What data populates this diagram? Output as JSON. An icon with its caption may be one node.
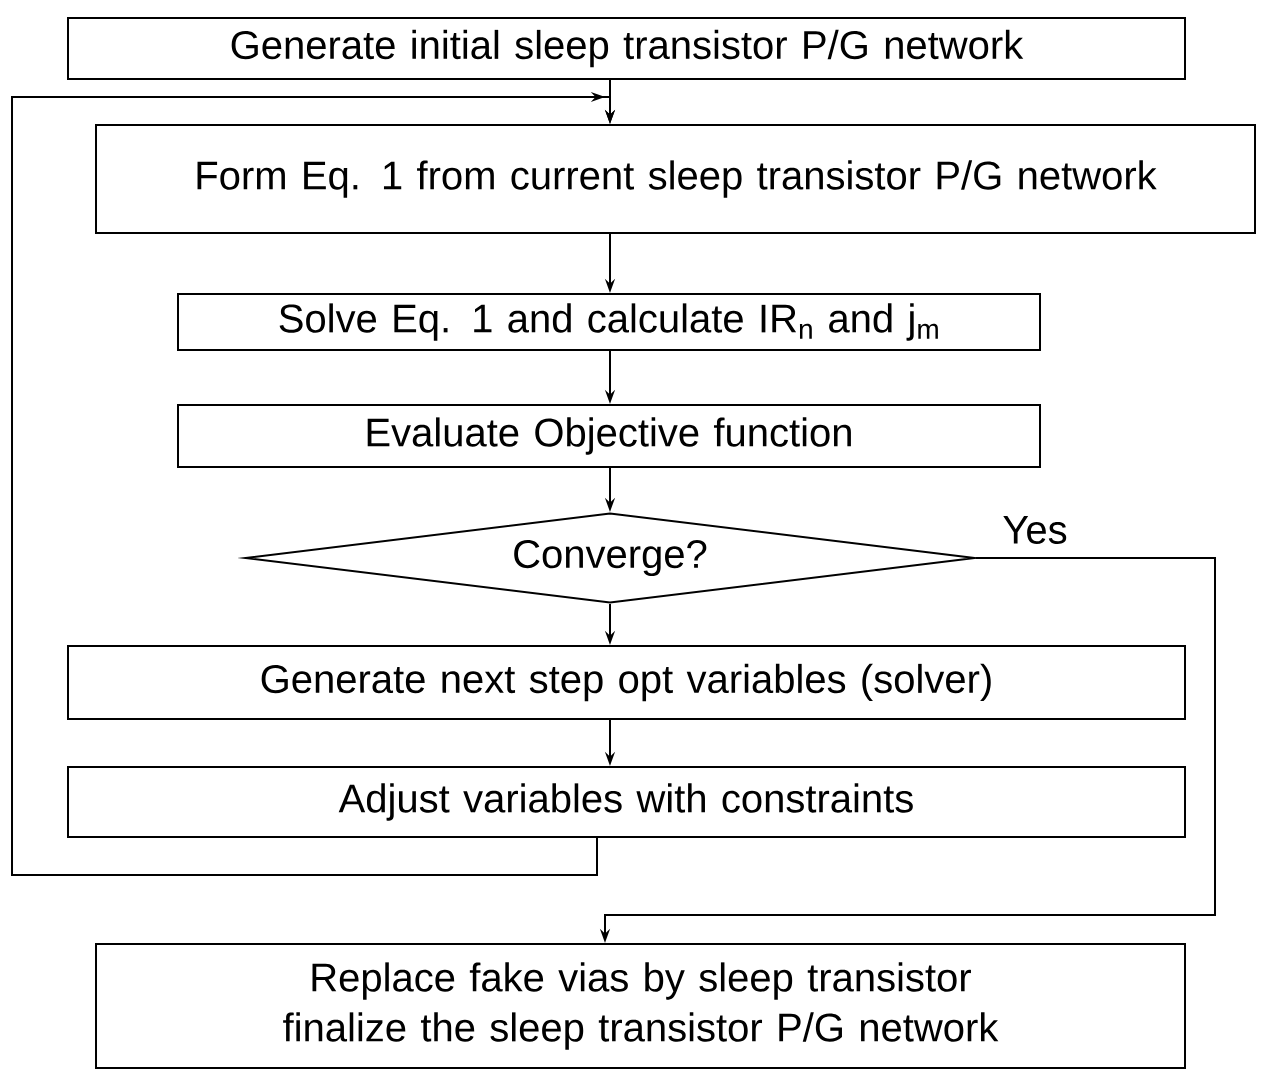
{
  "diagram": {
    "nodes": [
      {
        "text": [
          "Generate initial sleep transistor P/G network"
        ]
      },
      {
        "text": [
          "Form Eq. 1  from current sleep transistor P/G network"
        ]
      },
      {
        "text": [
          "Solve Eq. 1 and calculate  IR$_{n}$ and j$_{m}$"
        ]
      },
      {
        "text": [
          "Evaluate Objective function"
        ]
      },
      {
        "text": [
          "Converge?"
        ]
      },
      {
        "text": [
          "Generate next step opt variables (solver)"
        ]
      },
      {
        "text": [
          "Adjust variables with constraints"
        ]
      },
      {
        "text": [
          "Replace fake vias by sleep transistor finalize the sleep transistor P/G network"
        ]
      }
    ],
    "edges": [
      {
        "from": 0,
        "to": 1,
        "arrow": "to"
      },
      {
        "from": 1,
        "to": 2,
        "arrow": "to"
      },
      {
        "from": 2,
        "to": 3,
        "arrow": "to"
      },
      {
        "from": 3,
        "to": 4,
        "arrow": "to"
      },
      {
        "from": 4,
        "to": 5,
        "arrow": "to"
      },
      {
        "from": 5,
        "to": 6,
        "arrow": "to"
      },
      {
        "from": 6,
        "to": 1,
        "arrow": "to"
      },
      {
        "from": 4,
        "to": 7,
        "label": "Yes",
        "arrow": "to"
      }
    ]
  }
}
